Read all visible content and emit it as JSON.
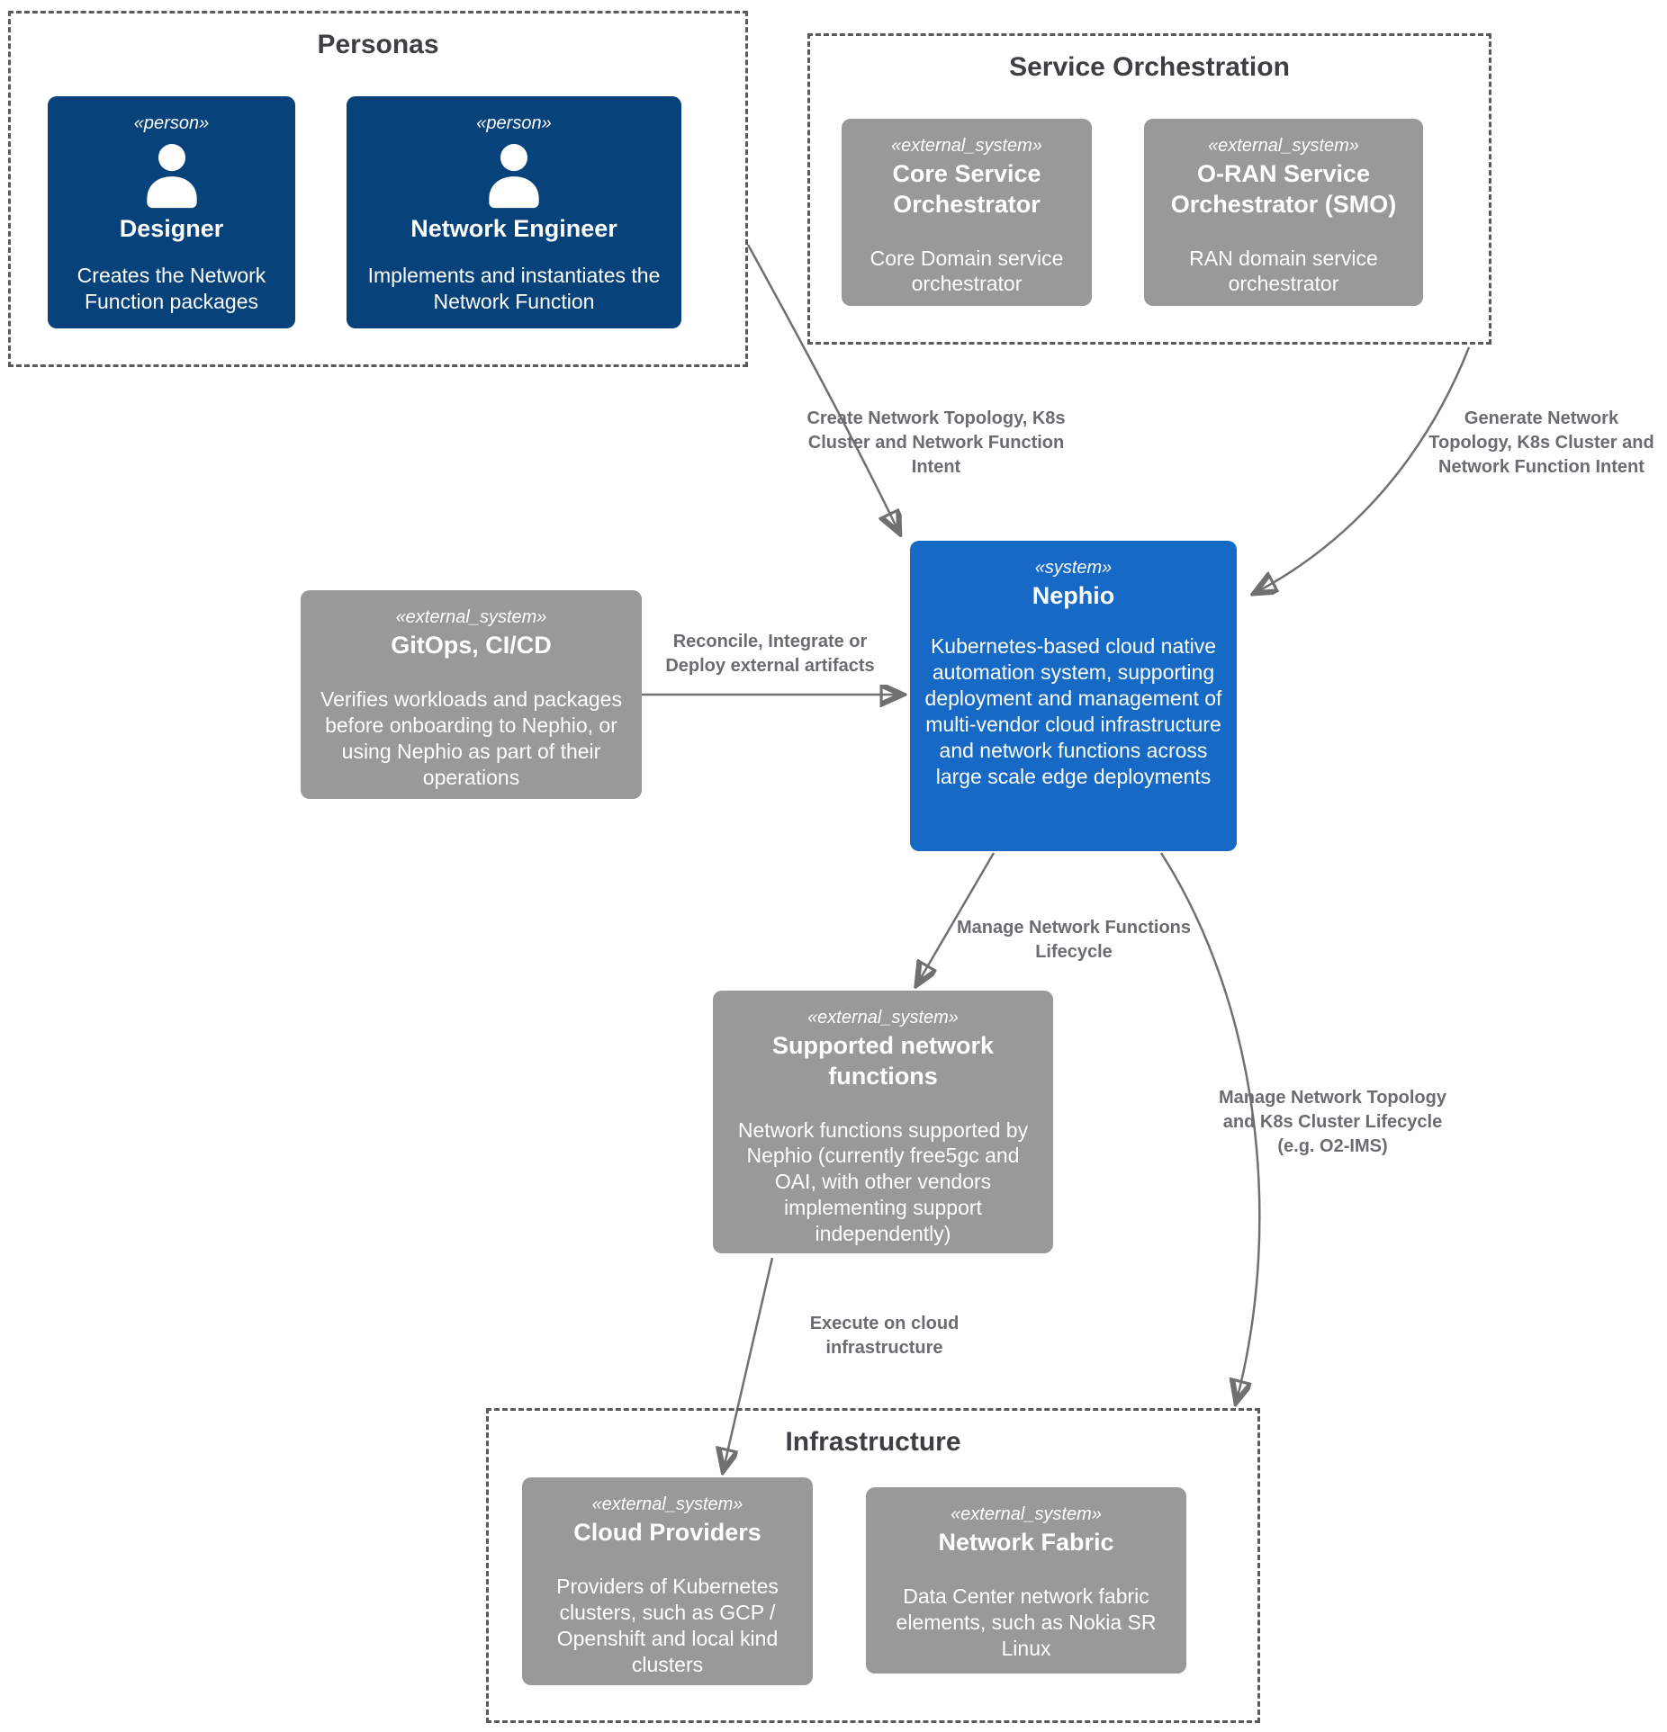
{
  "colors": {
    "person": "#08427b",
    "system": "#1669c4",
    "external": "#999999",
    "line": "#707070",
    "group_title": "#3c4043",
    "edge_label": "#696d70"
  },
  "groups": {
    "personas": {
      "title": "Personas"
    },
    "service_orchestration": {
      "title": "Service Orchestration"
    },
    "infrastructure": {
      "title": "Infrastructure"
    }
  },
  "nodes": {
    "designer": {
      "stereotype": "«person»",
      "title": "Designer",
      "description": "Creates the Network Function packages"
    },
    "network_engineer": {
      "stereotype": "«person»",
      "title": "Network Engineer",
      "description": "Implements and instantiates the Network Function"
    },
    "core_service_orchestrator": {
      "stereotype": "«external_system»",
      "title": "Core Service Orchestrator",
      "description": "Core Domain service orchestrator"
    },
    "oran_service_orchestrator": {
      "stereotype": "«external_system»",
      "title": "O-RAN Service Orchestrator (SMO)",
      "description": "RAN domain service orchestrator"
    },
    "nephio": {
      "stereotype": "«system»",
      "title": "Nephio",
      "description": "Kubernetes-based cloud native automation system, supporting deployment and management of multi-vendor cloud infrastructure and network functions across large scale edge deployments"
    },
    "gitops": {
      "stereotype": "«external_system»",
      "title": "GitOps, CI/CD",
      "description": "Verifies workloads and packages before onboarding to Nephio, or using Nephio as part of their operations"
    },
    "supported_network_functions": {
      "stereotype": "«external_system»",
      "title": "Supported network functions",
      "description": "Network functions supported by Nephio (currently free5gc and OAI, with other vendors implementing support independently)"
    },
    "cloud_providers": {
      "stereotype": "«external_system»",
      "title": "Cloud Providers",
      "description": "Providers of Kubernetes clusters, such as GCP / Openshift and local kind clusters"
    },
    "network_fabric": {
      "stereotype": "«external_system»",
      "title": "Network Fabric",
      "description": "Data Center network fabric elements, such as Nokia SR Linux"
    }
  },
  "edges": {
    "create_intent": {
      "label": "Create Network Topology, K8s Cluster and Network Function Intent"
    },
    "generate_intent": {
      "label": "Generate Network Topology, K8s Cluster and Network Function Intent"
    },
    "reconcile": {
      "label": "Reconcile, Integrate or Deploy external artifacts"
    },
    "manage_nf": {
      "label": "Manage Network Functions Lifecycle"
    },
    "manage_topology": {
      "label": "Manage Network Topology and K8s Cluster Lifecycle (e.g. O2-IMS)"
    },
    "execute": {
      "label": "Execute on cloud infrastructure"
    }
  }
}
